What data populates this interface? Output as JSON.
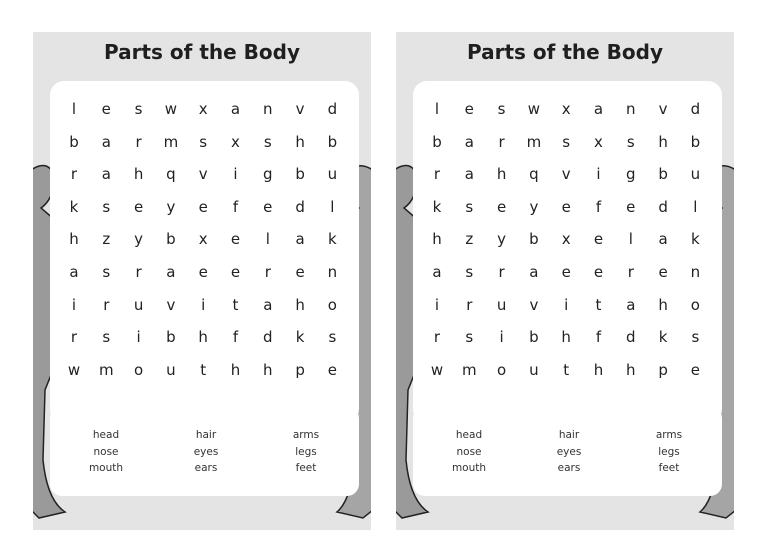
{
  "title": "Parts of the Body",
  "grid": [
    [
      "l",
      "e",
      "s",
      "w",
      "x",
      "a",
      "n",
      "v",
      "d"
    ],
    [
      "b",
      "a",
      "r",
      "m",
      "s",
      "x",
      "s",
      "h",
      "b"
    ],
    [
      "r",
      "a",
      "h",
      "q",
      "v",
      "i",
      "g",
      "b",
      "u"
    ],
    [
      "k",
      "s",
      "e",
      "y",
      "e",
      "f",
      "e",
      "d",
      "l"
    ],
    [
      "h",
      "z",
      "y",
      "b",
      "x",
      "e",
      "l",
      "a",
      "k"
    ],
    [
      "a",
      "s",
      "r",
      "a",
      "e",
      "e",
      "r",
      "e",
      "n"
    ],
    [
      "i",
      "r",
      "u",
      "v",
      "i",
      "t",
      "a",
      "h",
      "o"
    ],
    [
      "r",
      "s",
      "i",
      "b",
      "h",
      "f",
      "d",
      "k",
      "s"
    ],
    [
      "w",
      "m",
      "o",
      "u",
      "t",
      "h",
      "h",
      "p",
      "e"
    ]
  ],
  "words": [
    [
      "head",
      "hair",
      "arms"
    ],
    [
      "nose",
      "eyes",
      "legs"
    ],
    [
      "mouth",
      "ears",
      "feet"
    ]
  ]
}
